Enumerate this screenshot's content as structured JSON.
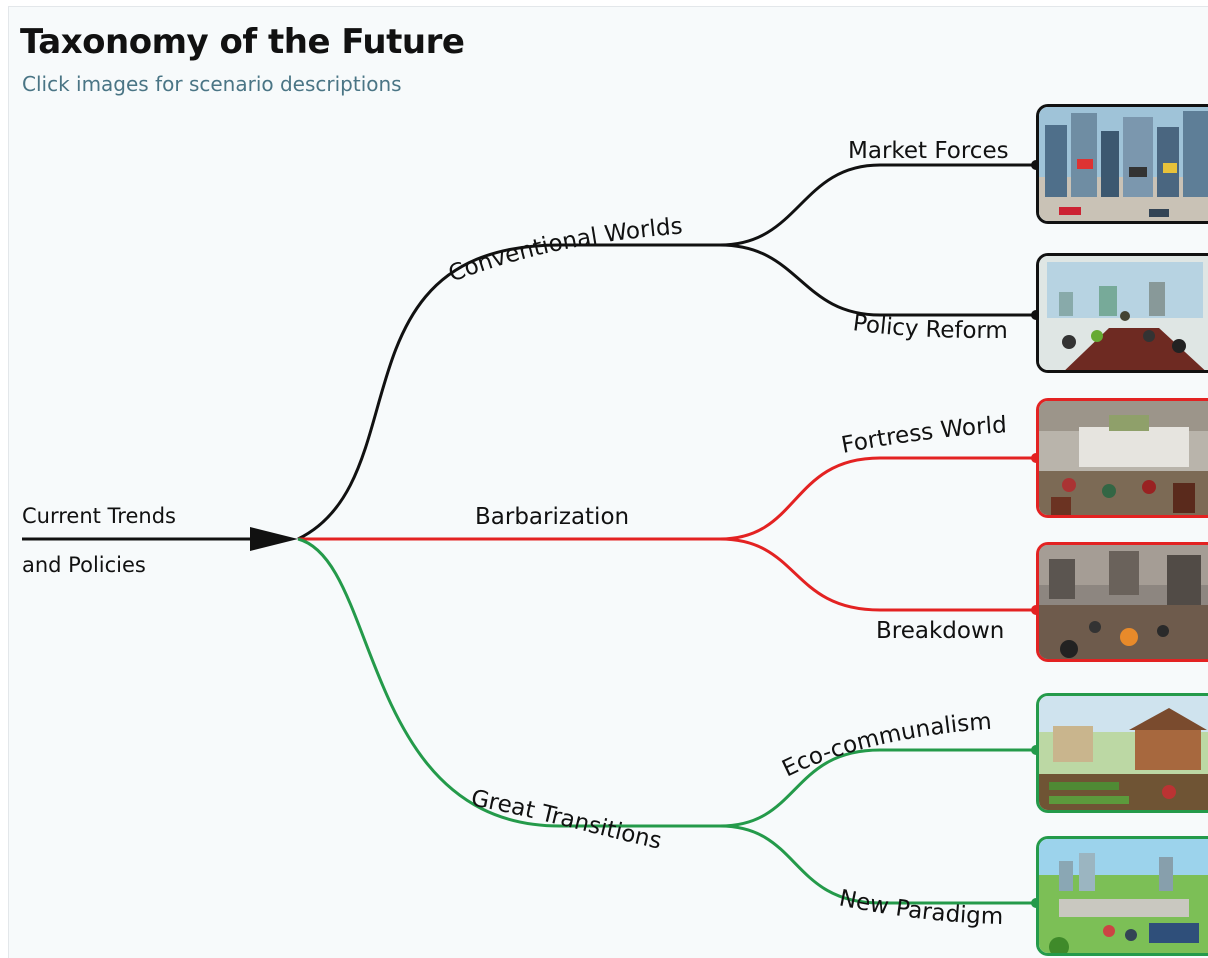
{
  "header": {
    "title": "Taxonomy of the Future",
    "subtitle": "Click images for scenario descriptions"
  },
  "root": {
    "label_line1": "Current Trends",
    "label_line2": "and Policies"
  },
  "branches": {
    "conventional": {
      "label": "Conventional Worlds",
      "color": "#111111"
    },
    "barbarization": {
      "label": "Barbarization",
      "color": "#e32222"
    },
    "great_transitions": {
      "label": "Great Transitions",
      "color": "#249a4a"
    }
  },
  "scenarios": {
    "market_forces": {
      "label": "Market Forces",
      "image_icon": "city-skyline-scene"
    },
    "policy_reform": {
      "label": "Policy Reform",
      "image_icon": "boardroom-meeting-scene"
    },
    "fortress_world": {
      "label": "Fortress World",
      "image_icon": "walled-enclave-scene"
    },
    "breakdown": {
      "label": "Breakdown",
      "image_icon": "ruined-city-scene"
    },
    "eco_communalism": {
      "label": "Eco-communalism",
      "image_icon": "village-garden-scene"
    },
    "new_paradigm": {
      "label": "New Paradigm",
      "image_icon": "green-city-scene"
    }
  }
}
